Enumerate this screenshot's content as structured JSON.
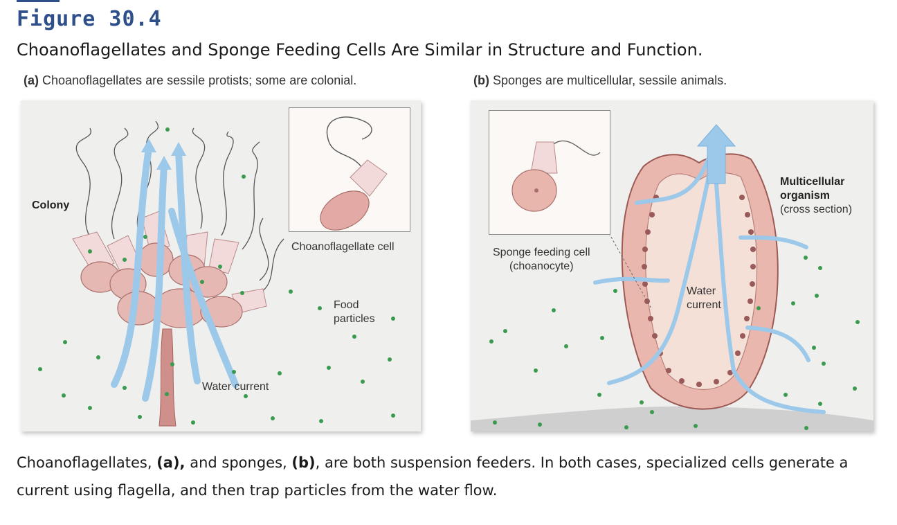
{
  "figure": {
    "label": "Figure 30.4",
    "title": "Choanoflagellates and Sponge Feeding Cells Are Similar in Structure and Function."
  },
  "panel_a": {
    "letter": "(a)",
    "heading": "Choanoflagellates are sessile protists; some are colonial.",
    "labels": {
      "colony": "Colony",
      "cell": "Choanoflagellate cell",
      "food": "Food\nparticles",
      "water": "Water current"
    }
  },
  "panel_b": {
    "letter": "(b)",
    "heading": "Sponges are multicellular, sessile animals.",
    "labels": {
      "organism": "Multicellular\norganism",
      "cross_section": "(cross section)",
      "feeding_cell": "Sponge feeding cell\n(choanocyte)",
      "water": "Water\ncurrent"
    }
  },
  "caption": {
    "p1": "Choanoflagellates, ",
    "a": "(a),",
    "p2": " and sponges, ",
    "b": "(b)",
    "p3": ", are both suspension feeders. In both cases, specialized cells generate a current using flagella, and then trap particles from the water flow."
  },
  "colors": {
    "title_blue": "#2f4f8a",
    "water_arrow": "#9cc8ea",
    "food_particle": "#3a9a4e",
    "cell_pink": "#e9b3b0",
    "panel_bg": "#efefed"
  }
}
